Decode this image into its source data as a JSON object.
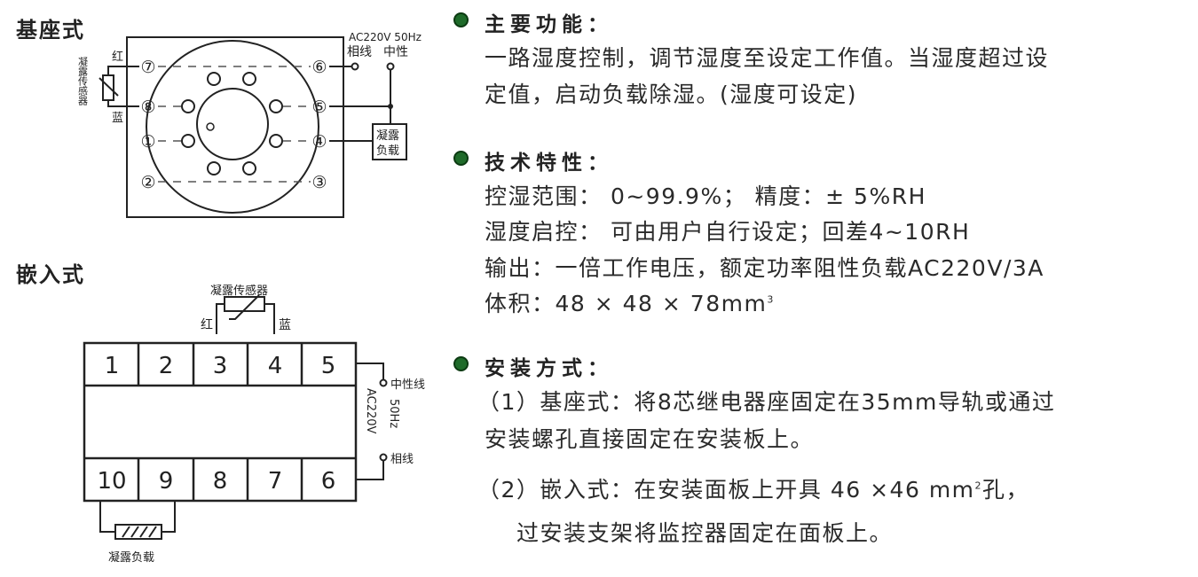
{
  "left": {
    "base_title": "基座式",
    "embed_title": "嵌入式",
    "base_diagram": {
      "power_label": "AC220V 50Hz",
      "phase_label": "相线",
      "neutral_label": "中性",
      "sensor_label": "凝露传感器",
      "red_label": "红",
      "blue_label": "蓝",
      "load_label_1": "凝露",
      "load_label_2": "负载",
      "pins": [
        "⑦",
        "⑧",
        "①",
        "②",
        "⑥",
        "⑤",
        "④",
        "③"
      ]
    },
    "embed_diagram": {
      "sensor_label": "凝露传感器",
      "red_label": "红",
      "blue_label": "蓝",
      "top_terminals": [
        "1",
        "2",
        "3",
        "4",
        "5"
      ],
      "bottom_terminals": [
        "10",
        "9",
        "8",
        "7",
        "6"
      ],
      "neutral_label": "中性线",
      "phase_label": "相线",
      "voltage_label": "AC220V",
      "freq_label": "50Hz",
      "load_label": "凝露负载"
    }
  },
  "right": {
    "functions": {
      "heading": "主要功能：",
      "lines": [
        "一路湿度控制，调节湿度至设定工作值。当湿度超过设",
        "定值，启动负载除湿。(湿度可设定)"
      ]
    },
    "specs": {
      "heading": "技术特性：",
      "lines": [
        "控湿范围： 0~99.9%； 精度：± 5%RH",
        "湿度启控： 可由用户自行设定；回差4~10RH",
        "输出：一倍工作电压，额定功率阻性负载AC220V/3A",
        "体积：48 × 48 × 78mm"
      ],
      "volume_sup": "3"
    },
    "install": {
      "heading": "安装方式：",
      "lines": [
        "（1）基座式：将8芯继电器座固定在35mm导轨或通过",
        "安装螺孔直接固定在安装板上。",
        "（2）嵌入式：在安装面板上开具 46 ×46 mm",
        "孔，",
        "过安装支架将监控器固定在面板上。"
      ],
      "area_sup": "2"
    }
  }
}
